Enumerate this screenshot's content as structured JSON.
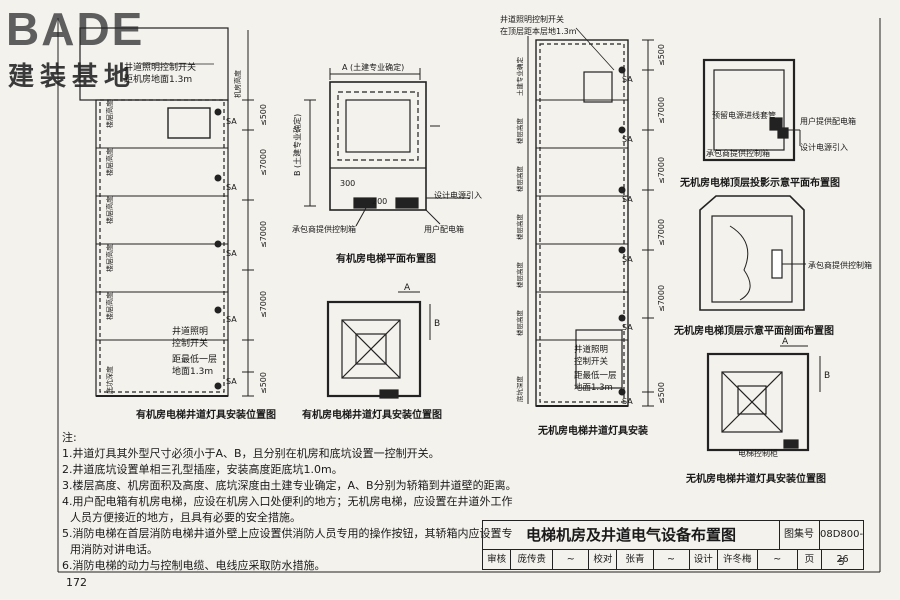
{
  "logo": {
    "word": "BADE",
    "sub": "建装基地"
  },
  "diagram1": {
    "switch": [
      "井道照明控制开关",
      "距机房地面1.3m"
    ],
    "floor_label": "楼层高度",
    "top_label": "机房高度",
    "bottom_label": "底坑深度",
    "dims": [
      "≤500",
      "≤7000",
      "≤7000",
      "≤7000",
      "≤500"
    ],
    "sa": "SA",
    "bottom_switch": [
      "井道照明",
      "控制开关",
      "距最低一层",
      "地面1.3m"
    ],
    "caption": "有机房电梯井道灯具安装位置图"
  },
  "diagram2": {
    "dim_a": "A (土建专业确定)",
    "dim_b": "B (土建专业确定)",
    "dim_300": "300",
    "dim_200": "200",
    "contractor": "承包商提供控制箱",
    "design_power": "设计电源引入",
    "user_box": "用户配电箱",
    "caption": "有机房电梯平面布置图"
  },
  "diagram3": {
    "a": "A",
    "b": "B",
    "caption": "有机房电梯井道灯具安装位置图"
  },
  "diagram4": {
    "switch": [
      "井道照明控制开关",
      "在顶层距本层地1.3m"
    ],
    "top_label": "土建专业确定",
    "floor_label": "楼层高度",
    "bottom_label": "底坑深度",
    "dims": [
      "≤500",
      "≤7000",
      "≤7000",
      "≤7000",
      "≤7000",
      "≤500"
    ],
    "sa": "SA",
    "bottom_switch": [
      "井道照明",
      "控制开关",
      "距最低一层",
      "地面1.3m"
    ],
    "caption": "无机房电梯井道灯具安装"
  },
  "diagram5": {
    "conduit": "预留电源进线套管",
    "user_box": "用户提供配电箱",
    "contractor": "承包商提供控制箱",
    "design_power": "设计电源引入",
    "caption": "无机房电梯顶层投影示意平面布置图"
  },
  "diagram6": {
    "contractor": "承包商提供控制箱",
    "caption": "无机房电梯顶层示意平面剖面布置图"
  },
  "diagram7": {
    "a": "A",
    "b": "B",
    "control_box": "电梯控制柜",
    "caption": "无机房电梯井道灯具安装位置图"
  },
  "notes": {
    "title": "注:",
    "items": [
      "1.井道灯具其外型尺寸必须小于A、B，且分别在机房和底坑设置一控制开关。",
      "2.井道底坑设置单相三孔型插座，安装高度距底坑1.0m。",
      "3.楼层高度、机房面积及高度、底坑深度由土建专业确定，A、B分别为轿箱到井道壁的距离。",
      "4.用户配电箱有机房电梯，应设在机房入口处便利的地方；无机房电梯，应设置在井道外工作",
      "  人员方便接近的地方，且具有必要的安全措施。",
      "5.消防电梯在首层消防电梯井道外壁上应设置供消防人员专用的操作按钮，其轿箱内应设置专",
      "  用消防对讲电话。",
      "6.消防电梯的动力与控制电缆、电线应采取防水措施。"
    ]
  },
  "title_block": {
    "title": "电梯机房及井道电气设备布置图",
    "set_label": "图集号",
    "set_no": "08D800-5",
    "row": [
      "审核",
      "庞传贵",
      "",
      "校对",
      "张青",
      "",
      "设计",
      "许冬梅",
      "",
      "页",
      "26"
    ]
  },
  "page_number": "172"
}
